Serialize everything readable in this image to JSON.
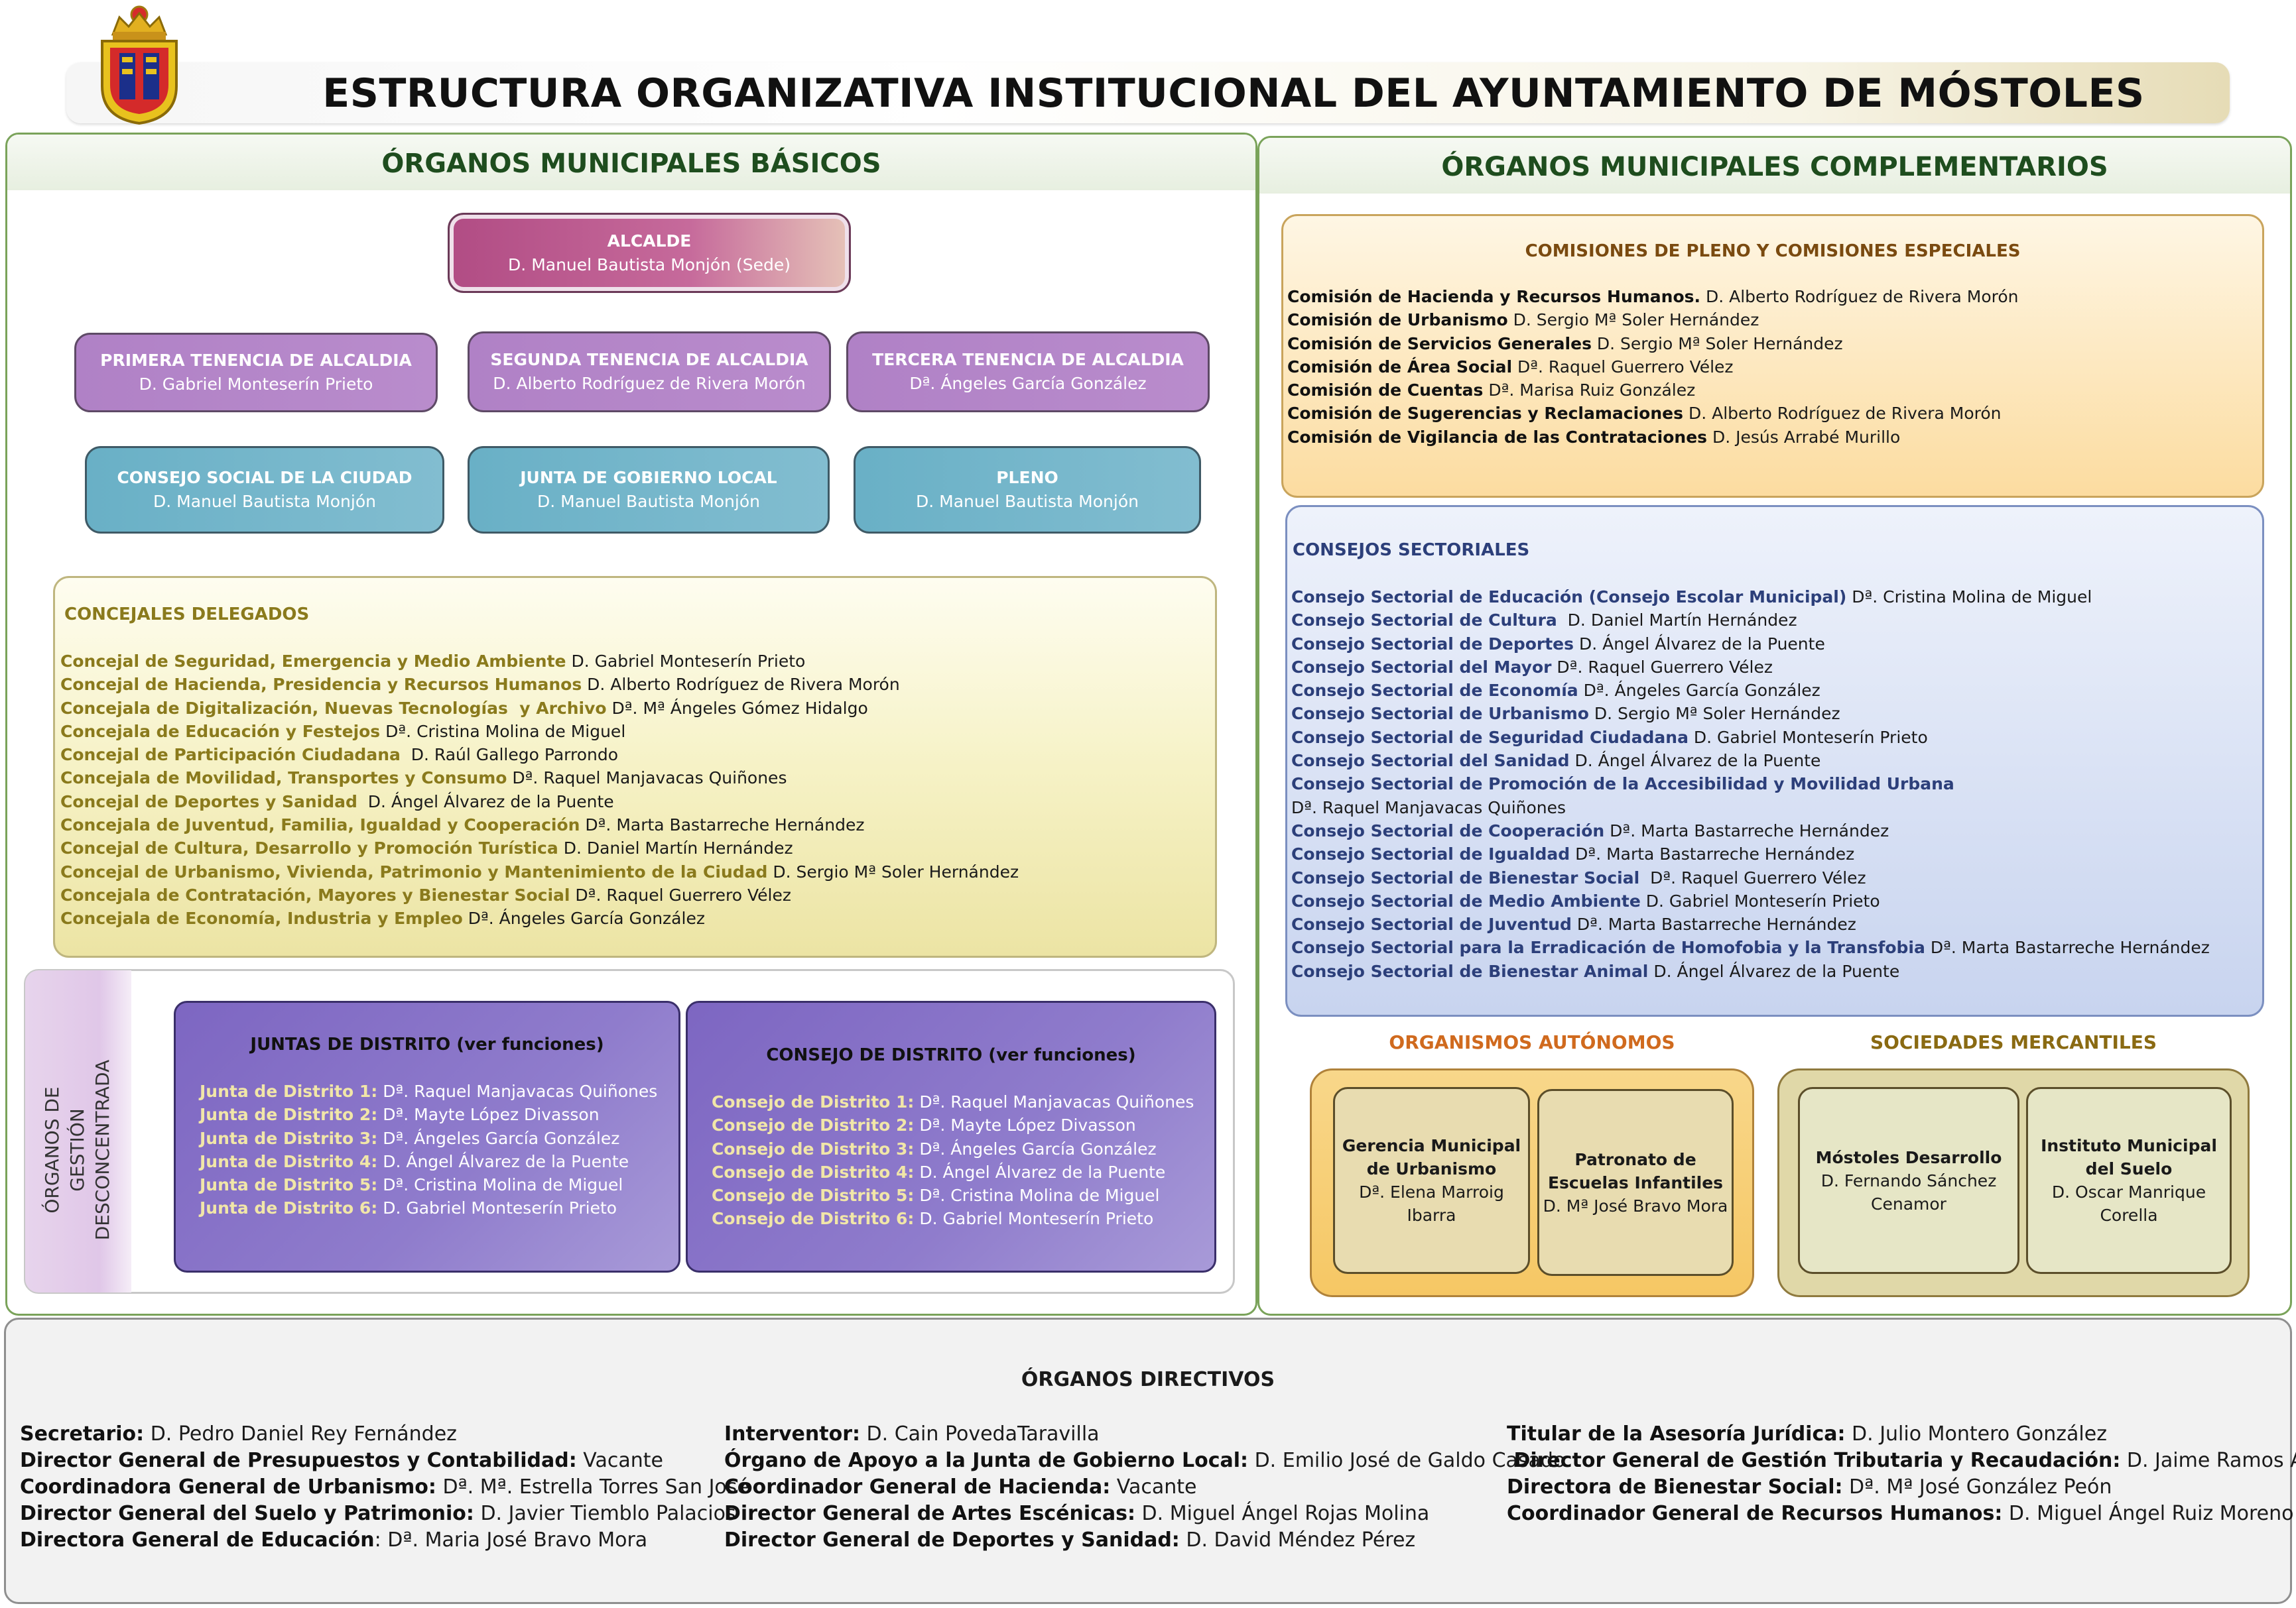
{
  "title": "ESTRUCTURA ORGANIZATIVA INSTITUCIONAL DEL AYUNTAMIENTO DE MÓSTOLES",
  "basicos": {
    "heading": "ÓRGANOS MUNICIPALES BÁSICOS",
    "alcalde": {
      "title": "ALCALDE",
      "name": "D. Manuel Bautista Monjón (Sede)"
    },
    "tenencias": [
      {
        "title": "PRIMERA TENENCIA DE ALCALDIA",
        "name": "D. Gabriel Monteserín Prieto"
      },
      {
        "title": "SEGUNDA TENENCIA DE ALCALDIA",
        "name": "D. Alberto Rodríguez de Rivera Morón"
      },
      {
        "title": "TERCERA TENENCIA DE ALCALDIA",
        "name": "Dª. Ángeles García González"
      }
    ],
    "organos": [
      {
        "title": "CONSEJO SOCIAL DE LA CIUDAD",
        "name": "D. Manuel Bautista Monjón"
      },
      {
        "title": "JUNTA DE GOBIERNO LOCAL",
        "name": "D. Manuel Bautista Monjón"
      },
      {
        "title": "PLENO",
        "name": "D. Manuel Bautista Monjón"
      }
    ],
    "concejales": {
      "heading": "CONCEJALES DELEGADOS",
      "items": [
        {
          "k": "Concejal de Seguridad, Emergencia y Medio Ambiente",
          "v": " D. Gabriel Monteserín Prieto"
        },
        {
          "k": "Concejal de Hacienda, Presidencia y Recursos Humanos",
          "v": " D. Alberto Rodríguez de Rivera Morón"
        },
        {
          "k": "Concejala de Digitalización, Nuevas Tecnologías  y Archivo",
          "v": " Dª. Mª Ángeles Gómez Hidalgo"
        },
        {
          "k": "Concejala de Educación y Festejos",
          "v": " Dª. Cristina Molina de Miguel"
        },
        {
          "k": "Concejal de Participación Ciudadana",
          "v": "  D. Raúl Gallego Parrondo"
        },
        {
          "k": "Concejala de Movilidad, Transportes y Consumo",
          "v": " Dª. Raquel Manjavacas Quiñones"
        },
        {
          "k": "Concejal de Deportes y Sanidad",
          "v": "  D. Ángel Álvarez de la Puente"
        },
        {
          "k": "Concejala de Juventud, Familia, Igualdad y Cooperación",
          "v": " Dª. Marta Bastarreche Hernández"
        },
        {
          "k": "Concejal de Cultura, Desarrollo y Promoción Turística",
          "v": " D. Daniel Martín Hernández"
        },
        {
          "k": "Concejal de Urbanismo, Vivienda, Patrimonio y Mantenimiento de la Ciudad",
          "v": " D. Sergio Mª Soler Hernández"
        },
        {
          "k": "Concejala de Contratación, Mayores y Bienestar Social",
          "v": " Dª. Raquel Guerrero Vélez"
        },
        {
          "k": "Concejala de Economía, Industria y Empleo",
          "v": " Dª. Ángeles García González"
        }
      ]
    },
    "desconcentrada": {
      "label_line1": "ÓRGANOS DE GESTIÓN",
      "label_line2": "DESCONCENTRADA",
      "juntas": {
        "heading": "JUNTAS DE DISTRITO (ver funciones)",
        "items": [
          {
            "k": "Junta de Distrito 1:",
            "v": " Dª. Raquel Manjavacas Quiñones"
          },
          {
            "k": "Junta de Distrito 2:",
            "v": " Dª. Mayte López Divasson"
          },
          {
            "k": "Junta de Distrito 3:",
            "v": " Dª. Ángeles García González"
          },
          {
            "k": "Junta de Distrito 4:",
            "v": " D. Ángel Álvarez de la Puente"
          },
          {
            "k": "Junta de Distrito 5:",
            "v": " Dª. Cristina Molina de Miguel"
          },
          {
            "k": "Junta de Distrito 6:",
            "v": " D. Gabriel Monteserín Prieto"
          }
        ]
      },
      "consejos": {
        "heading": "CONSEJO DE DISTRITO (ver funciones)",
        "items": [
          {
            "k": "Consejo de Distrito 1:",
            "v": " Dª. Raquel Manjavacas Quiñones"
          },
          {
            "k": "Consejo de Distrito 2:",
            "v": " Dª. Mayte López Divasson"
          },
          {
            "k": "Consejo de Distrito 3:",
            "v": " Dª. Ángeles García González"
          },
          {
            "k": "Consejo de Distrito 4:",
            "v": " D. Ángel Álvarez de la Puente"
          },
          {
            "k": "Consejo de Distrito 5:",
            "v": " Dª. Cristina Molina de Miguel"
          },
          {
            "k": "Consejo de Distrito 6:",
            "v": " D. Gabriel Monteserín Prieto"
          }
        ]
      }
    }
  },
  "complementarios": {
    "heading": "ÓRGANOS MUNICIPALES COMPLEMENTARIOS",
    "comisiones": {
      "heading": "COMISIONES DE PLENO Y COMISIONES ESPECIALES",
      "items": [
        {
          "k": "Comisión de Hacienda y Recursos Humanos.",
          "v": " D. Alberto Rodríguez de Rivera Morón"
        },
        {
          "k": "Comisión de Urbanismo",
          "v": " D. Sergio Mª Soler Hernández"
        },
        {
          "k": "Comisión de Servicios Generales",
          "v": " D. Sergio Mª Soler Hernández"
        },
        {
          "k": "Comisión de Área Social",
          "v": " Dª. Raquel Guerrero Vélez"
        },
        {
          "k": "Comisión de Cuentas",
          "v": " Dª. Marisa Ruiz González"
        },
        {
          "k": "Comisión de Sugerencias y Reclamaciones",
          "v": " D. Alberto Rodríguez de Rivera Morón"
        },
        {
          "k": "Comisión de Vigilancia de las Contrataciones",
          "v": " D. Jesús Arrabé Murillo"
        }
      ]
    },
    "consejos_sectoriales": {
      "heading": "CONSEJOS SECTORIALES",
      "items": [
        {
          "k": "Consejo Sectorial de Educación (Consejo Escolar Municipal)",
          "v": " Dª. Cristina Molina de Miguel"
        },
        {
          "k": "Consejo Sectorial de Cultura",
          "v": "  D. Daniel Martín Hernández"
        },
        {
          "k": "Consejo Sectorial de Deportes",
          "v": " D. Ángel Álvarez de la Puente"
        },
        {
          "k": "Consejo Sectorial del Mayor",
          "v": " Dª. Raquel Guerrero Vélez"
        },
        {
          "k": "Consejo Sectorial de Economía",
          "v": " Dª. Ángeles García González"
        },
        {
          "k": "Consejo Sectorial de Urbanismo",
          "v": " D. Sergio Mª Soler Hernández"
        },
        {
          "k": "Consejo Sectorial de Seguridad Ciudadana",
          "v": " D. Gabriel Monteserín Prieto"
        },
        {
          "k": "Consejo Sectorial del Sanidad",
          "v": " D. Ángel Álvarez de la Puente"
        },
        {
          "k": "Consejo Sectorial de Promoción de la Accesibilidad y Movilidad Urbana",
          "v": ""
        },
        {
          "k": "",
          "v": "Dª. Raquel Manjavacas Quiñones"
        },
        {
          "k": "Consejo Sectorial de Cooperación",
          "v": " Dª. Marta Bastarreche Hernández"
        },
        {
          "k": "Consejo Sectorial de Igualdad",
          "v": " Dª. Marta Bastarreche Hernández"
        },
        {
          "k": "Consejo Sectorial de Bienestar Social",
          "v": "  Dª. Raquel Guerrero Vélez"
        },
        {
          "k": "Consejo Sectorial de Medio Ambiente",
          "v": " D. Gabriel Monteserín Prieto"
        },
        {
          "k": "Consejo Sectorial de Juventud",
          "v": " Dª. Marta Bastarreche Hernández"
        },
        {
          "k": "Consejo Sectorial para la Erradicación de Homofobia y la Transfobia",
          "v": " Dª. Marta Bastarreche Hernández"
        },
        {
          "k": "Consejo Sectorial de Bienestar Animal",
          "v": " D. Ángel Álvarez de la Puente"
        }
      ]
    },
    "organismos": {
      "heading": "ORGANISMOS AUTÓNOMOS",
      "items": [
        {
          "title": "Gerencia Municipal de Urbanismo",
          "name": "Dª. Elena Marroig Ibarra"
        },
        {
          "title": "Patronato de Escuelas Infantiles",
          "name": "D. Mª José Bravo Mora"
        }
      ]
    },
    "sociedades": {
      "heading": "SOCIEDADES MERCANTILES",
      "items": [
        {
          "title": "Móstoles Desarrollo",
          "name": "D. Fernando Sánchez Cenamor"
        },
        {
          "title": "Instituto Municipal del Suelo",
          "name": "D. Oscar Manrique Corella"
        }
      ]
    }
  },
  "directivos": {
    "heading": "ÓRGANOS DIRECTIVOS",
    "col1": [
      {
        "k": "Secretario:",
        "v": " D. Pedro Daniel Rey Fernández"
      },
      {
        "k": "Director General de Presupuestos y Contabilidad:",
        "v": " Vacante"
      },
      {
        "k": "Coordinadora General de Urbanismo:",
        "v": " Dª. Mª. Estrella Torres San José"
      },
      {
        "k": "Director General del Suelo y Patrimonio:",
        "v": " D. Javier Tiemblo Palacios"
      },
      {
        "k": "Directora General de Educación",
        "v": ": Dª. Maria José Bravo Mora"
      }
    ],
    "col2": [
      {
        "k": "Interventor:",
        "v": " D. Cain PovedaTaravilla"
      },
      {
        "k": "Órgano de Apoyo a la Junta de Gobierno Local:",
        "v": " D. Emilio José de Galdo Casado"
      },
      {
        "k": "Coordinador General de Hacienda:",
        "v": " Vacante"
      },
      {
        "k": "Director General de Artes Escénicas:",
        "v": " D. Miguel Ángel Rojas Molina"
      },
      {
        "k": "Director General de Deportes y Sanidad:",
        "v": " D. David Méndez Pérez"
      }
    ],
    "col3": [
      {
        "k": "Titular de la Asesoría Jurídica:",
        "v": " D. Julio Montero González"
      },
      {
        "k": " Director General de Gestión Tributaria y Recaudación:",
        "v": " D. Jaime Ramos Auñón"
      },
      {
        "k": "Directora de Bienestar Social:",
        "v": " Dª. Mª José González Peón"
      },
      {
        "k": "Coordinador General de Recursos Humanos:",
        "v": " D. Miguel Ángel Ruiz Moreno"
      }
    ]
  },
  "colors": {
    "panel_border": "#7aa35a",
    "heading_green": "#1e4d1e",
    "concejal_olive": "#8a7a1c",
    "sectorial_navy": "#2c3f7a"
  }
}
